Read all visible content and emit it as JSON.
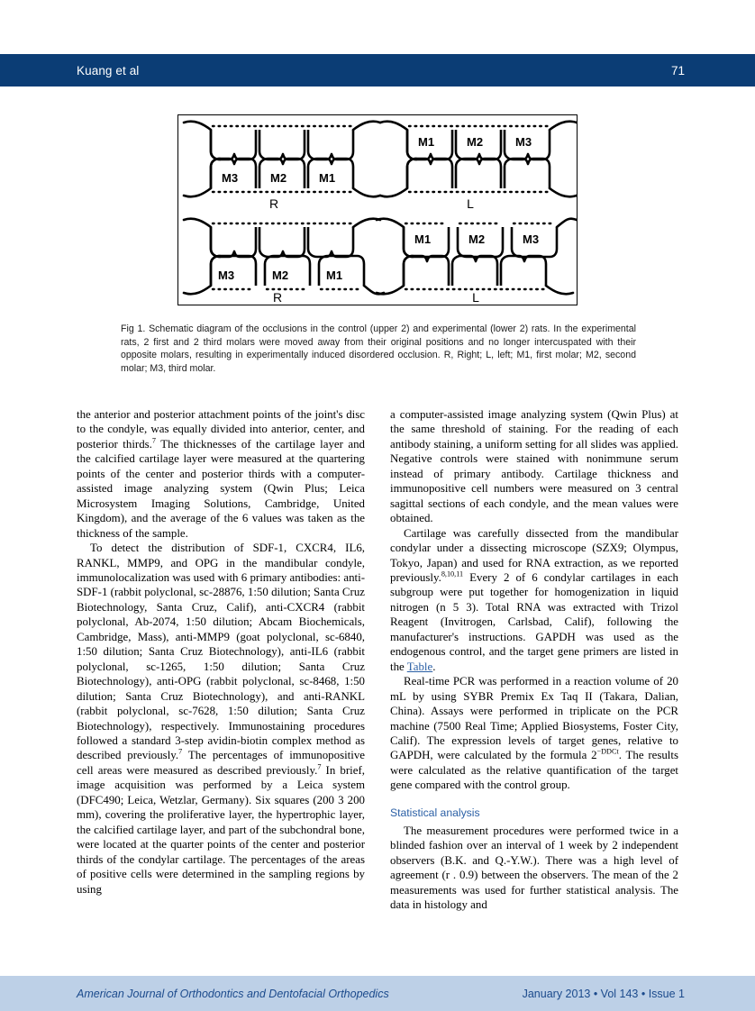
{
  "running_head": {
    "author": "Kuang et al",
    "page_number": "71",
    "background_color": "#0b3d75",
    "text_color": "#ffffff"
  },
  "figure": {
    "name": "Fig 1",
    "caption": "Fig 1.  Schematic diagram of the occlusions in the control (upper 2) and experimental (lower 2) rats. In the experimental rats, 2 first and 2 third molars were moved away from their original positions and no longer intercuspated with their opposite molars, resulting in experimentally induced disordered occlusion. R, Right; L, left; M1, first molar; M2, second molar; M3, third molar.",
    "panels": [
      {
        "id": "control-right",
        "side_label": "R",
        "tooth_labels": [
          "M3",
          "M2",
          "M1"
        ],
        "group": "control"
      },
      {
        "id": "control-left",
        "side_label": "L",
        "tooth_labels": [
          "M1",
          "M2",
          "M3"
        ],
        "group": "control"
      },
      {
        "id": "experimental-right",
        "side_label": "R",
        "tooth_labels": [
          "M3",
          "M2",
          "M1"
        ],
        "group": "experimental"
      },
      {
        "id": "experimental-left",
        "side_label": "L",
        "tooth_labels": [
          "M1",
          "M2",
          "M3"
        ],
        "group": "experimental"
      }
    ]
  },
  "body": {
    "left_column": {
      "para_1": "the anterior and posterior attachment points of the joint's disc to the condyle, was equally divided into anterior, center, and posterior thirds.",
      "para_1_ref": "7",
      "para_1_cont": " The thicknesses of the cartilage layer and the calcified cartilage layer were measured at the quartering points of the center and posterior thirds with a computer-assisted image analyzing system (Qwin Plus; Leica Microsystem Imaging Solutions, Cambridge, United Kingdom), and the average of the 6 values was taken as the thickness of the sample.",
      "para_2": "To detect the distribution of SDF-1, CXCR4, IL6, RANKL, MMP9, and OPG in the mandibular condyle, immunolocalization was used with 6 primary antibodies: anti-SDF-1 (rabbit polyclonal, sc-28876, 1:50 dilution; Santa Cruz Biotechnology, Santa Cruz, Calif), anti-CXCR4 (rabbit polyclonal, Ab-2074, 1:50 dilution; Abcam Biochemicals, Cambridge, Mass), anti-MMP9 (goat polyclonal, sc-6840, 1:50 dilution; Santa Cruz Biotechnology), anti-IL6 (rabbit polyclonal, sc-1265, 1:50 dilution; Santa Cruz Biotechnology), anti-OPG (rabbit polyclonal, sc-8468, 1:50 dilution; Santa Cruz Biotechnology), and anti-RANKL (rabbit polyclonal, sc-7628, 1:50 dilution; Santa Cruz Biotechnology), respectively. Immunostaining procedures followed a standard 3-step avidin-biotin complex method as described previously.",
      "para_2_ref_a": "7",
      "para_2_mid": " The percentages of immunopositive cell areas were measured as described previously.",
      "para_2_ref_b": "7",
      "para_2_end": " In brief, image acquisition was performed by a Leica system (DFC490; Leica, Wetzlar, Germany). Six squares (200 3 200 mm), covering the proliferative layer, the hypertrophic layer, the calcified cartilage layer, and part of the subchondral bone, were located at the quarter points of the center and posterior thirds of the condylar cartilage. The percentages of the areas of positive cells were determined in the sampling regions by using"
    },
    "right_column": {
      "para_1": "a computer-assisted image analyzing system (Qwin Plus) at the same threshold of staining. For the reading of each antibody staining, a uniform setting for all slides was applied. Negative controls were stained with nonimmune serum instead of primary antibody. Cartilage thickness and immunopositive cell numbers were measured on 3 central sagittal sections of each condyle, and the mean values were obtained.",
      "para_2_start": "Cartilage was carefully dissected from the mandibular condylar under a dissecting microscope (SZX9; Olympus, Tokyo, Japan) and used for RNA extraction, as we reported previously.",
      "para_2_ref": "8,10,11",
      "para_2_mid": " Every 2 of 6 condylar cartilages in each subgroup were put together for homogenization in liquid nitrogen (n 5 3). Total RNA was extracted with Trizol Reagent (Invitrogen, Carlsbad, Calif), following the manufacturer's instructions. GAPDH was used as the endogenous control, and the target gene primers are listed in the ",
      "para_2_link": "Table",
      "para_2_end": ".",
      "para_3_start": "Real-time PCR was performed in a reaction volume of 20 mL by using SYBR Premix Ex Taq II (Takara, Dalian, China). Assays were performed in triplicate on the PCR machine (7500 Real Time; Applied Biosystems, Foster City, Calif). The expression levels of target genes, relative to GAPDH, were calculated by the formula 2",
      "para_3_exp": "−DDCt",
      "para_3_end": ". The results were calculated as the relative quantification of the target gene compared with the control group.",
      "heading": "Statistical analysis",
      "para_4": "The measurement procedures were performed twice in a blinded fashion over an interval of 1 week by 2 independent observers (B.K. and Q.-Y.W.). There was a high level of agreement (r  . 0.9) between the observers. The mean of the 2 measurements was used for further statistical analysis. The data in histology and"
    }
  },
  "footer": {
    "journal": "American Journal of Orthodontics and Dentofacial Orthopedics",
    "issue": "January 2013 • Vol 143 • Issue 1",
    "background_color": "#bdd0e7",
    "text_color": "#1b4a8c"
  }
}
